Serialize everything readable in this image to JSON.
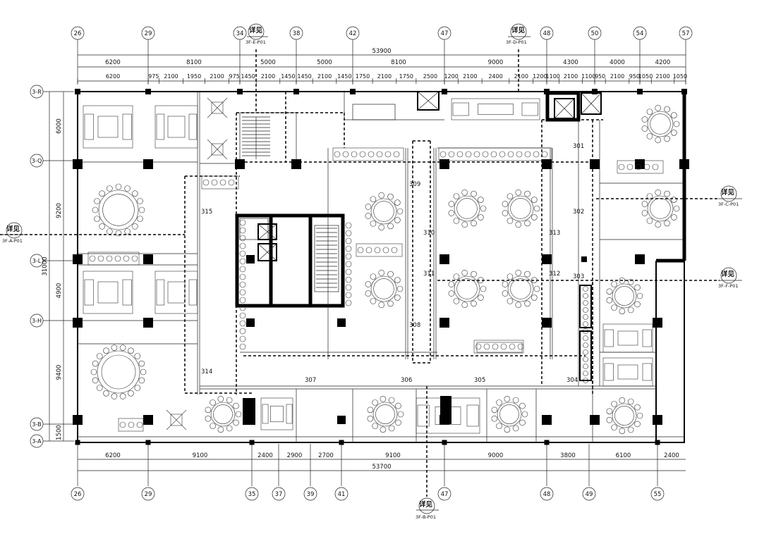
{
  "top_axes": [
    "26",
    "29",
    "34",
    "38",
    "42",
    "47",
    "48",
    "50",
    "54",
    "57"
  ],
  "bottom_axes": [
    "26",
    "29",
    "35",
    "37",
    "39",
    "41",
    "47",
    "48",
    "49",
    "55"
  ],
  "left_axes": [
    "3-R",
    "3-Q",
    "3-L",
    "3-H",
    "3-B",
    "3-A"
  ],
  "top_overall": "53900",
  "top_row1": [
    "6200",
    "8100",
    "5000",
    "5000",
    "8100",
    "9000",
    "4300",
    "4000",
    "4200"
  ],
  "top_row2": [
    "6200",
    "975",
    "2100",
    "1950",
    "2100",
    "975",
    "1450",
    "2100",
    "1450",
    "1450",
    "2100",
    "1450",
    "1750",
    "2100",
    "1750",
    "2500",
    "1200",
    "2100",
    "2400",
    "2100",
    "1200",
    "1100",
    "2100",
    "1100",
    "950",
    "2100",
    "950",
    "1050",
    "2100",
    "1050"
  ],
  "bottom_row": [
    "6200",
    "9100",
    "2400",
    "2900",
    "2700",
    "9100",
    "9000",
    "3800",
    "6100",
    "2400"
  ],
  "bottom_overall": "53700",
  "left_dims": [
    "6000",
    "9200",
    "4900",
    "9400",
    "1500"
  ],
  "left_overall": "31000",
  "rooms": [
    "315",
    "314",
    "309",
    "308",
    "310",
    "311",
    "313",
    "312",
    "301",
    "302",
    "303",
    "304",
    "305",
    "306",
    "307"
  ],
  "detail_refs": [
    {
      "main": "详见",
      "sub": "3F-E-P01"
    },
    {
      "main": "详见",
      "sub": "3F-D-P01"
    },
    {
      "main": "详见",
      "sub": "3F-C-P01"
    },
    {
      "main": "详见",
      "sub": "3F-A-P01"
    },
    {
      "main": "详见",
      "sub": "3F-F-P01"
    },
    {
      "main": "详见",
      "sub": "3F-B-P01"
    }
  ]
}
